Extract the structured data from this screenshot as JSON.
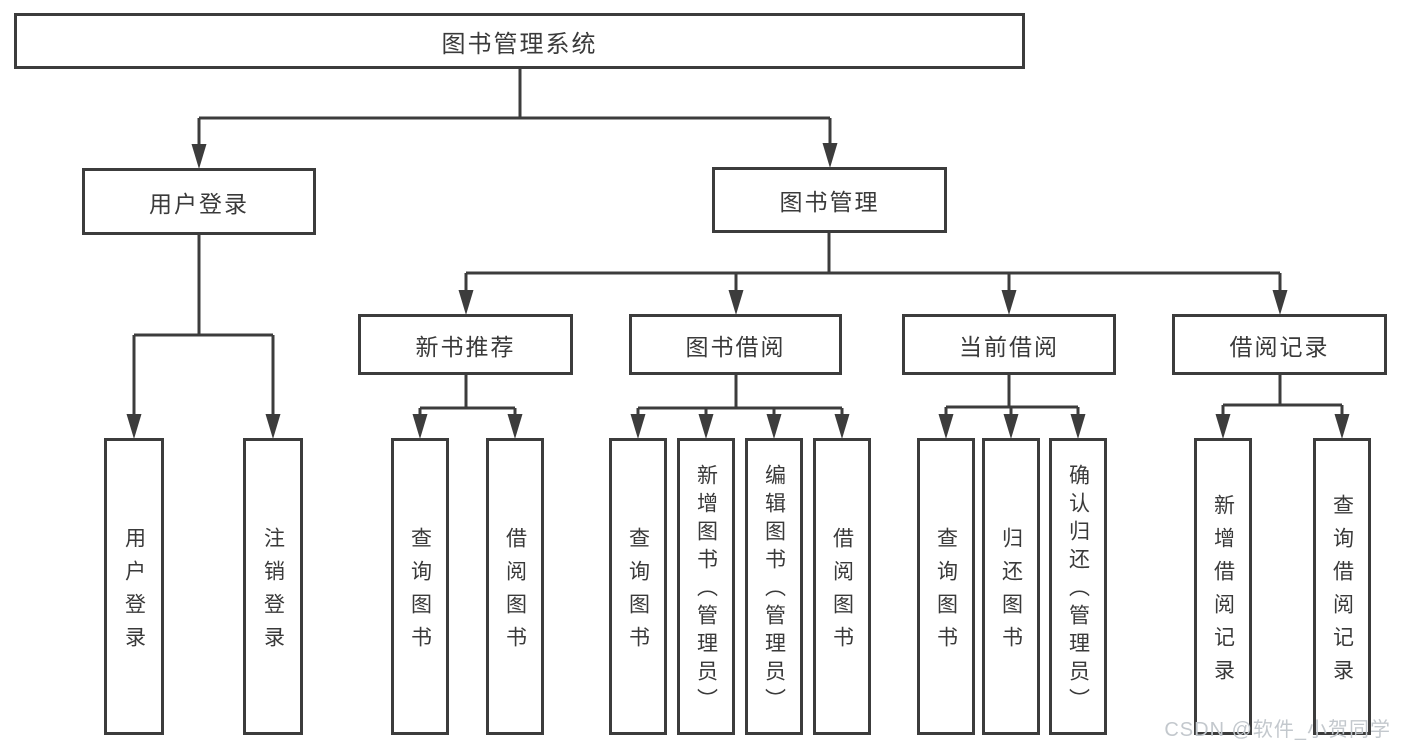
{
  "diagram": {
    "root": {
      "label": "图书管理系统"
    },
    "login": {
      "label": "用户登录",
      "children": [
        {
          "label": "用户登录"
        },
        {
          "label": "注销登录"
        }
      ]
    },
    "manage": {
      "label": "图书管理"
    },
    "groups": [
      {
        "label": "新书推荐",
        "children": [
          {
            "label": "查询图书"
          },
          {
            "label": "借阅图书"
          }
        ]
      },
      {
        "label": "图书借阅",
        "children": [
          {
            "label": "查询图书"
          },
          {
            "label": "新增图书（管理员）"
          },
          {
            "label": "编辑图书（管理员）"
          },
          {
            "label": "借阅图书"
          }
        ]
      },
      {
        "label": "当前借阅",
        "children": [
          {
            "label": "查询图书"
          },
          {
            "label": "归还图书"
          },
          {
            "label": "确认归还（管理员）"
          }
        ]
      },
      {
        "label": "借阅记录",
        "children": [
          {
            "label": "新增借阅记录"
          },
          {
            "label": "查询借阅记录"
          }
        ]
      }
    ]
  },
  "watermark": {
    "text": "CSDN @软件_小贺同学"
  },
  "colors": {
    "line": "#3c3c3c",
    "text": "#3a3a3a",
    "box_background": "#ffffff",
    "watermark": "#c3c8cd"
  }
}
